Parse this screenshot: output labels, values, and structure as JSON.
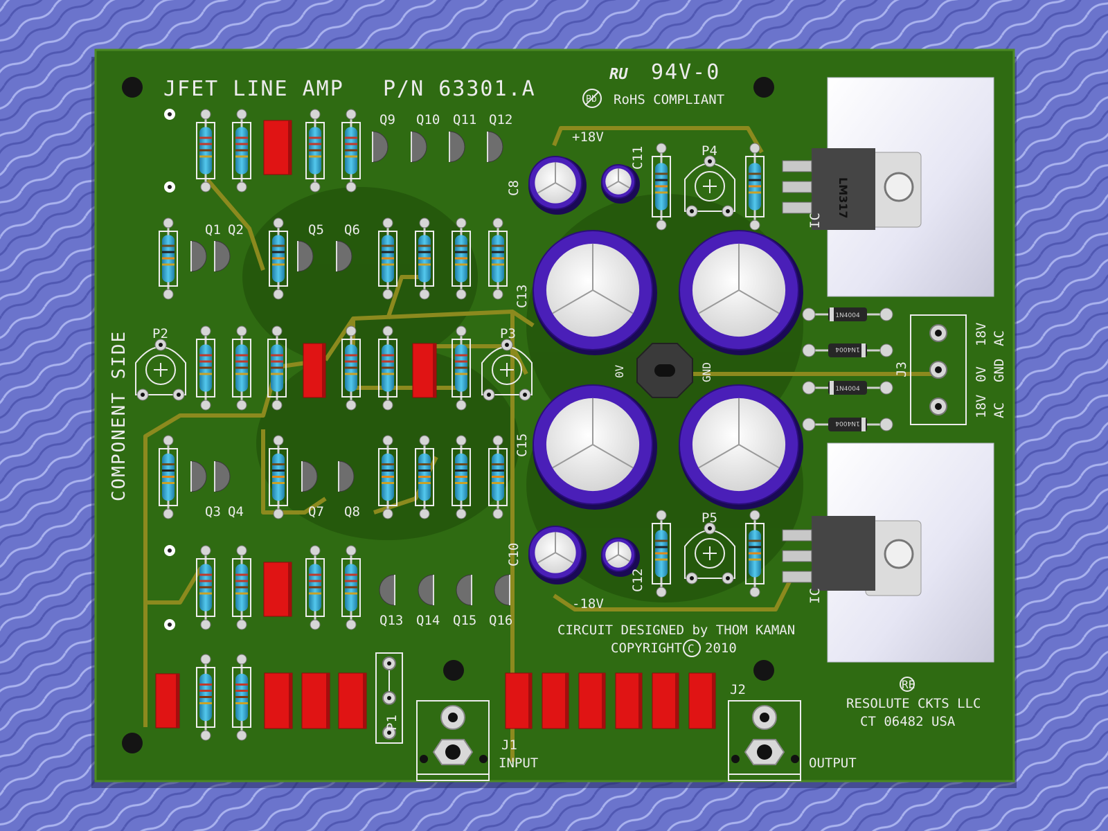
{
  "board": {
    "title": "JFET LINE AMP",
    "part_number": "P/N 63301.A",
    "flammability": "94V-0",
    "rohs": "RoHS COMPLIANT",
    "pb_mark": "Pb",
    "ul_mark": "RU",
    "side_label": "COMPONENT SIDE",
    "designer": "CIRCUIT DESIGNED by THOM KAMAN",
    "copyright": "COPYRIGHT",
    "copyright_symbol": "C",
    "copyright_year": "2010",
    "company": "RESOLUTE CKTS LLC",
    "location": "CT 06482   USA",
    "logo": "RE"
  },
  "rails": {
    "positive": "+18V",
    "negative": "-18V"
  },
  "regulators": {
    "upper_part": "LM317",
    "upper_ref": "IC",
    "lower_ref": "IC"
  },
  "transistors": {
    "row1": [
      "Q9",
      "Q10",
      "Q11",
      "Q12"
    ],
    "row2": [
      "Q1",
      "Q2",
      "Q5",
      "Q6"
    ],
    "row3": [
      "Q3",
      "Q4",
      "Q7",
      "Q8"
    ],
    "row4": [
      "Q13",
      "Q14",
      "Q15",
      "Q16"
    ]
  },
  "pots": [
    "P1",
    "P2",
    "P3",
    "P4",
    "P5"
  ],
  "caps": [
    "C8",
    "C10",
    "C11",
    "C12",
    "C13",
    "C15"
  ],
  "diode_part": "1N4004",
  "center_labels": {
    "zero_v": "0V",
    "gnd": "GND"
  },
  "j3": {
    "ref": "J3",
    "pins": [
      {
        "volt": "18V",
        "type": "AC"
      },
      {
        "volt": "0V",
        "type": "GND"
      },
      {
        "volt": "18V",
        "type": "AC"
      }
    ]
  },
  "connectors": {
    "input_ref": "J1",
    "input_label": "INPUT",
    "output_ref": "J2",
    "output_label": "OUTPUT"
  },
  "colors": {
    "background": "#6f78d0",
    "board": "#2f6b12",
    "trace": "#8c8a1e",
    "resistor_body": "#3ab0d6",
    "cap_film": "#e01414",
    "cap_electrolytic": "#4a1fb8",
    "transistor": "#6e6e6e"
  }
}
